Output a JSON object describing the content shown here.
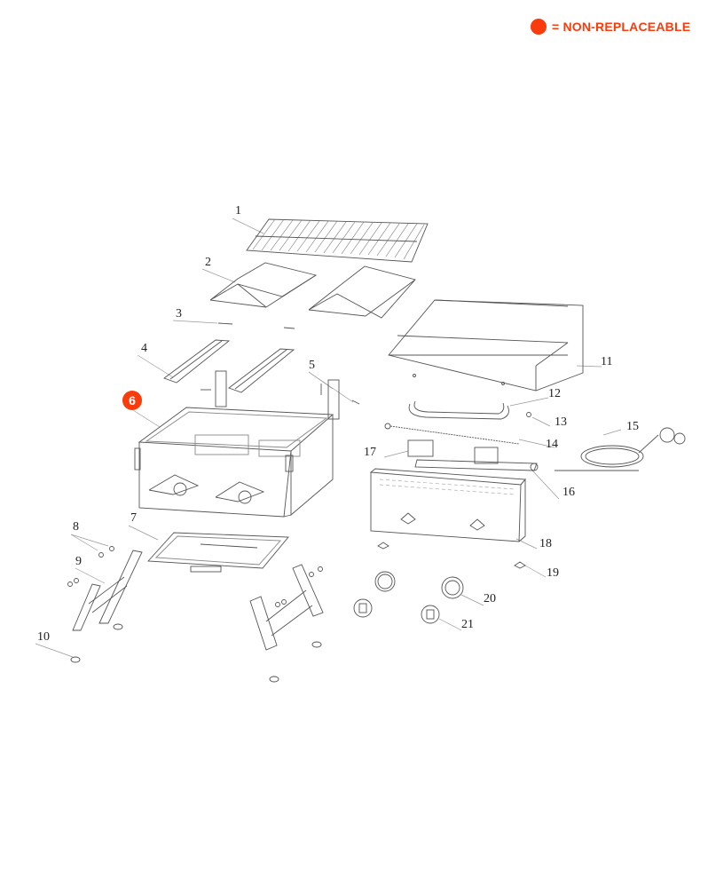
{
  "legend": {
    "marker_color": "#fa3c0c",
    "text": "= NON-REPLACEABLE"
  },
  "colors": {
    "accent": "#fa3c0c",
    "line": "#555555",
    "label": "#222222"
  },
  "parts": [
    {
      "number": "1",
      "part": "cooking-grate",
      "non_replaceable": false
    },
    {
      "number": "2",
      "part": "heat-tent",
      "non_replaceable": false
    },
    {
      "number": "3",
      "part": "screw",
      "non_replaceable": false
    },
    {
      "number": "4",
      "part": "burner-tube",
      "non_replaceable": false
    },
    {
      "number": "5",
      "part": "hinge-bracket",
      "non_replaceable": false
    },
    {
      "number": "6",
      "part": "firebox-body",
      "non_replaceable": true
    },
    {
      "number": "7",
      "part": "grease-tray",
      "non_replaceable": false
    },
    {
      "number": "8",
      "part": "leg-bolt",
      "non_replaceable": false
    },
    {
      "number": "9",
      "part": "leg",
      "non_replaceable": false
    },
    {
      "number": "10",
      "part": "foot",
      "non_replaceable": false
    },
    {
      "number": "11",
      "part": "lid",
      "non_replaceable": false
    },
    {
      "number": "12",
      "part": "lid-handle",
      "non_replaceable": false
    },
    {
      "number": "13",
      "part": "handle-screw",
      "non_replaceable": false
    },
    {
      "number": "14",
      "part": "igniter-wire",
      "non_replaceable": false
    },
    {
      "number": "15",
      "part": "hose-regulator",
      "non_replaceable": false
    },
    {
      "number": "16",
      "part": "gas-manifold",
      "non_replaceable": false
    },
    {
      "number": "17",
      "part": "valve",
      "non_replaceable": false
    },
    {
      "number": "18",
      "part": "control-panel",
      "non_replaceable": false
    },
    {
      "number": "19",
      "part": "panel-clip",
      "non_replaceable": false
    },
    {
      "number": "20",
      "part": "knob-bezel",
      "non_replaceable": false
    },
    {
      "number": "21",
      "part": "control-knob",
      "non_replaceable": false
    }
  ]
}
